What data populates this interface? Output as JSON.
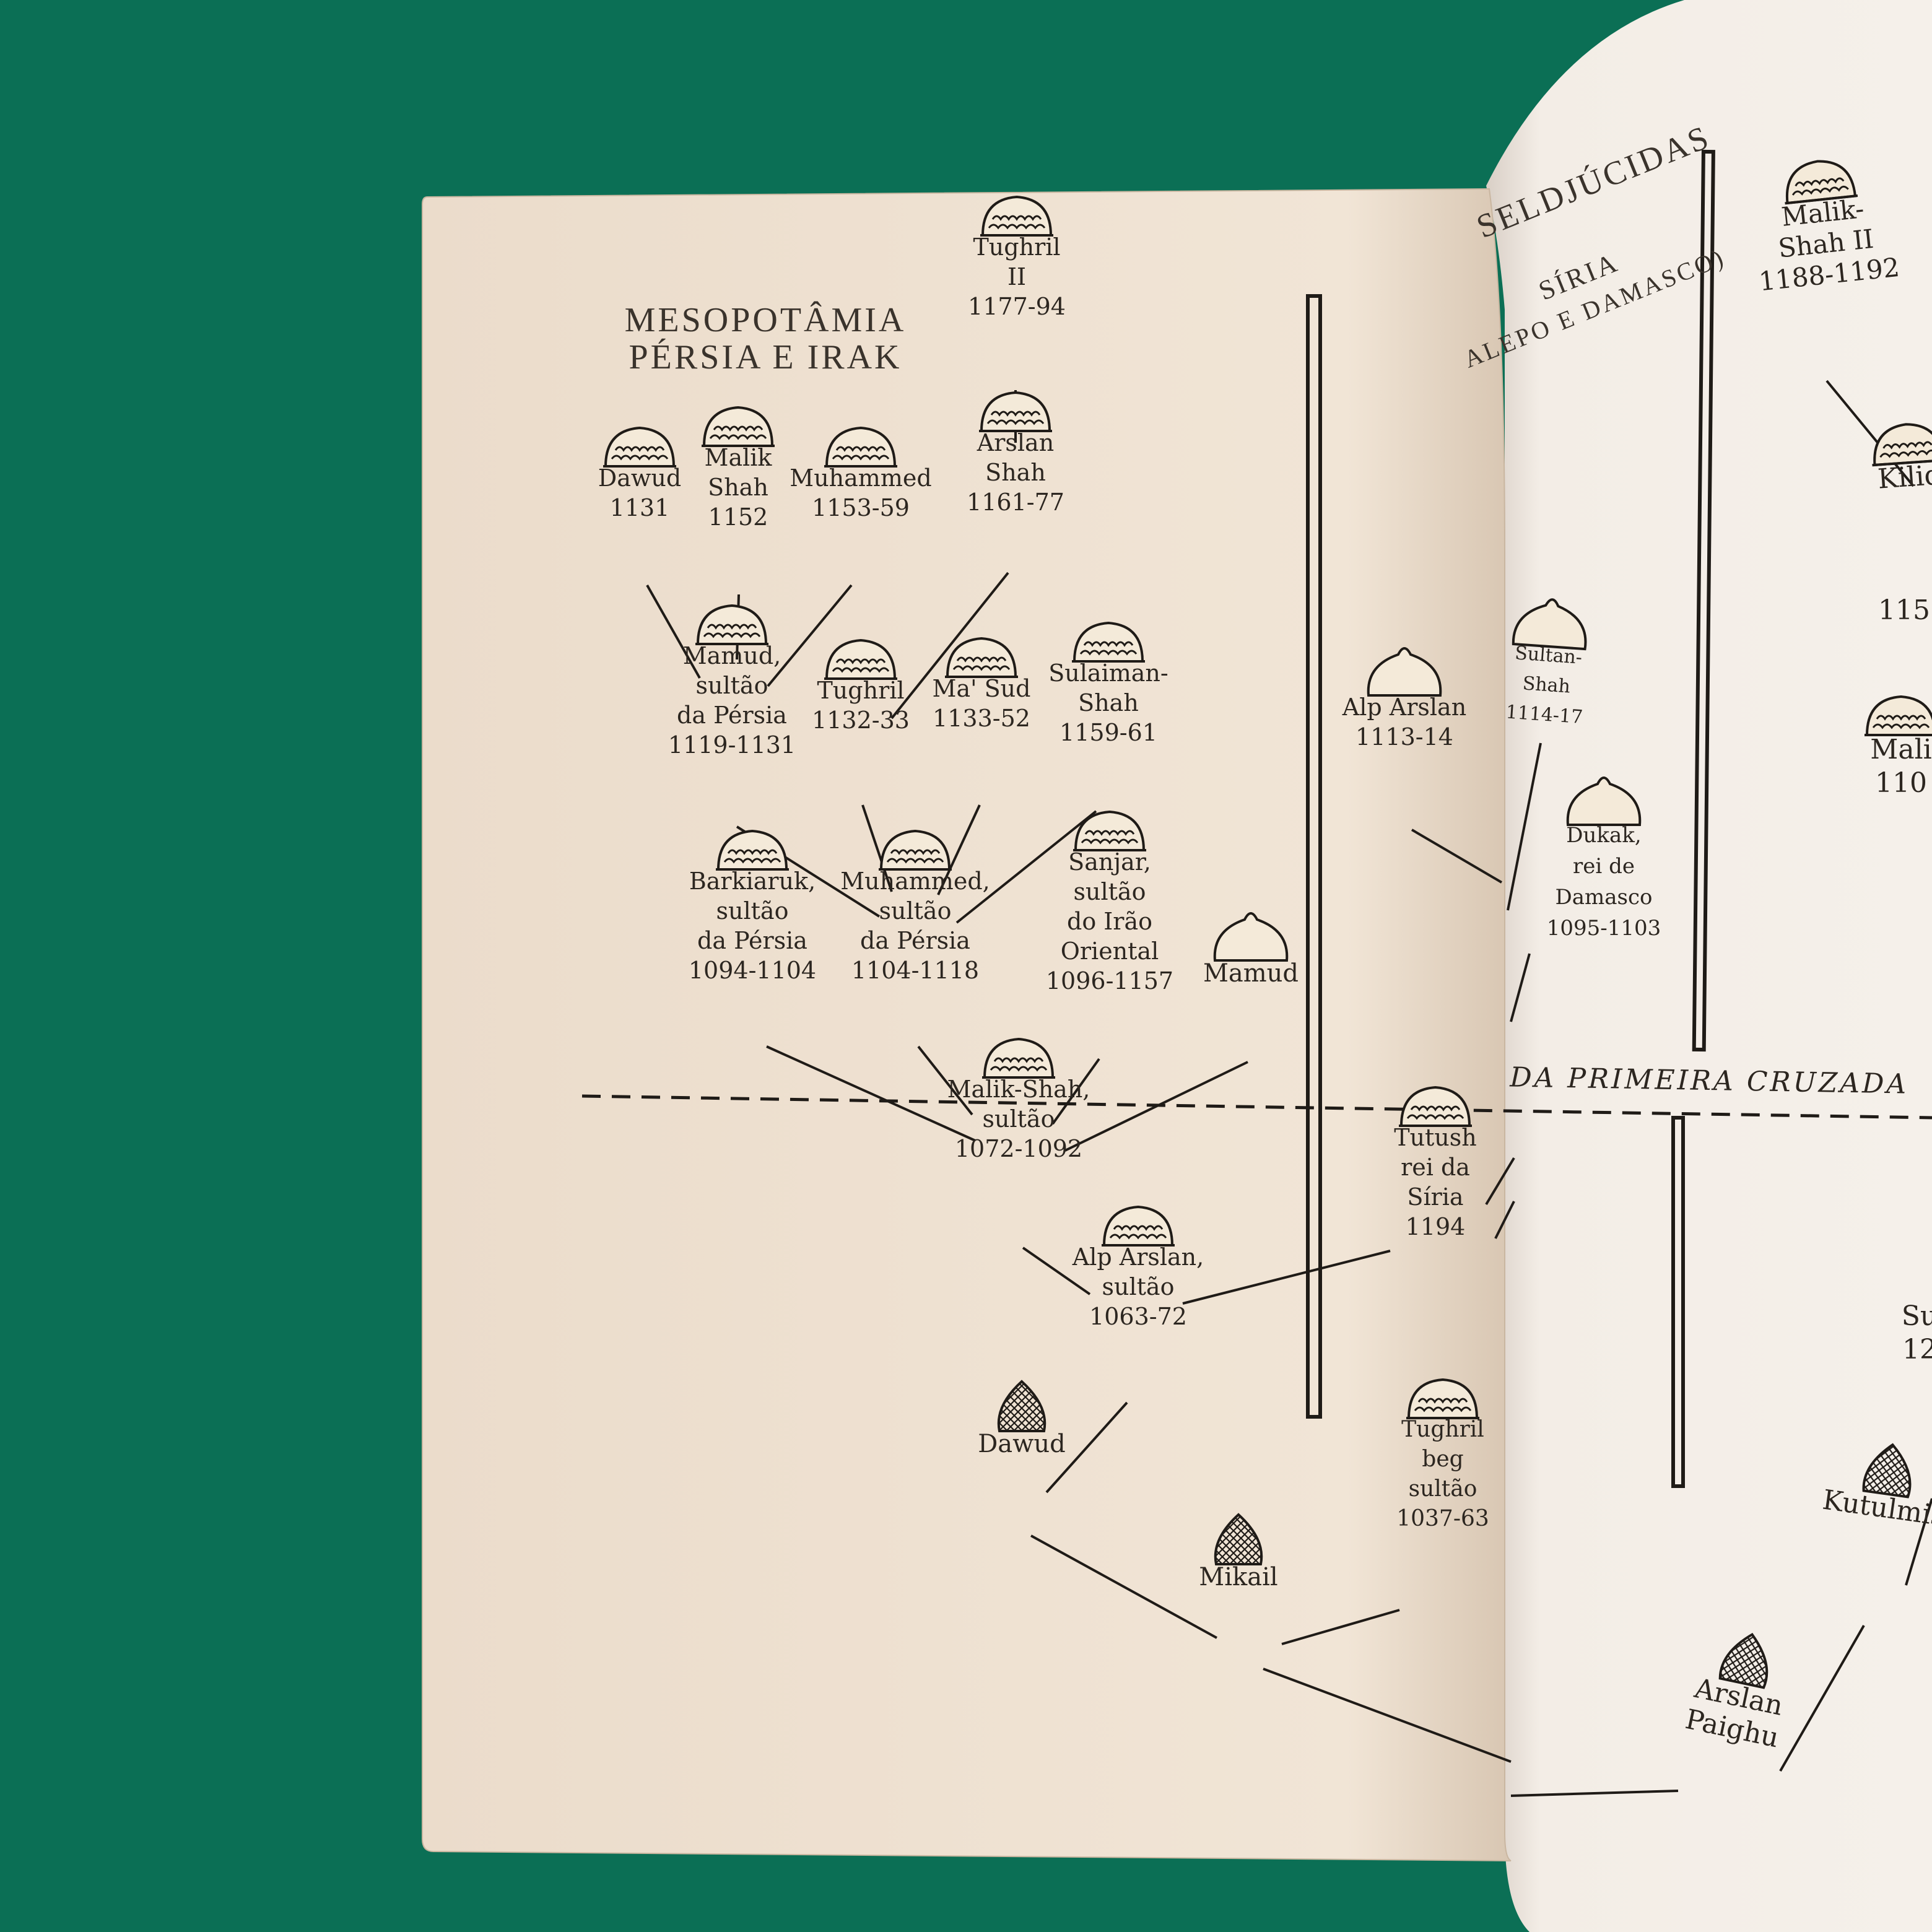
{
  "left_page": {
    "title_lines": [
      "MESOPOTÂMIA",
      "PÉRSIA E IRAK"
    ],
    "nodes": [
      {
        "id": "tughril2",
        "lines": [
          "Tughril",
          "II",
          "1177-94"
        ],
        "icon": "wavy"
      },
      {
        "id": "arslanshah",
        "lines": [
          "Arslan",
          "Shah",
          "1161-77"
        ],
        "icon": "wavy"
      },
      {
        "id": "dawud1131",
        "lines": [
          "Dawud",
          "1131"
        ],
        "icon": "wavy"
      },
      {
        "id": "malikshah1152",
        "lines": [
          "Malik",
          "Shah",
          "1152"
        ],
        "icon": "wavy"
      },
      {
        "id": "muhammed1153",
        "lines": [
          "Muhammed",
          "1153-59"
        ],
        "icon": "wavy"
      },
      {
        "id": "mamud1119",
        "lines": [
          "Mamud,",
          "sultão",
          "da Pérsia",
          "1119-1131"
        ],
        "icon": "wavy"
      },
      {
        "id": "tughril1132",
        "lines": [
          "Tughril",
          "1132-33"
        ],
        "icon": "wavy"
      },
      {
        "id": "masud",
        "lines": [
          "Ma' Sud",
          "1133-52"
        ],
        "icon": "wavy"
      },
      {
        "id": "sulaiman",
        "lines": [
          "Sulaiman-",
          "Shah",
          "1159-61"
        ],
        "icon": "wavy"
      },
      {
        "id": "barkiaruk",
        "lines": [
          "Barkiaruk,",
          "sultão",
          "da Pérsia",
          "1094-1104"
        ],
        "icon": "wavy"
      },
      {
        "id": "muhammed1104",
        "lines": [
          "Muhammed,",
          "sultão",
          "da Pérsia",
          "1104-1118"
        ],
        "icon": "wavy"
      },
      {
        "id": "sanjar",
        "lines": [
          "Sanjar,",
          "sultão",
          "do Irão",
          "Oriental",
          "1096-1157"
        ],
        "icon": "wavy"
      },
      {
        "id": "mamud",
        "lines": [
          "Mamud"
        ],
        "icon": "plain"
      },
      {
        "id": "malikshah1072",
        "lines": [
          "Malik-Shah,",
          "sultão",
          "1072-1092"
        ],
        "icon": "wavy"
      },
      {
        "id": "alparslan1063",
        "lines": [
          "Alp Arslan,",
          "sultão",
          "1063-72"
        ],
        "icon": "wavy"
      },
      {
        "id": "dawud",
        "lines": [
          "Dawud"
        ],
        "icon": "hatched"
      },
      {
        "id": "mikail",
        "lines": [
          "Mikail"
        ],
        "icon": "hatched"
      },
      {
        "id": "tughrilbeg",
        "lines": [
          "Tughril",
          "beg",
          "sultão",
          "1037-63"
        ],
        "icon": "wavy"
      },
      {
        "id": "alparslan1113",
        "lines": [
          "Alp Arslan",
          "1113-14"
        ],
        "icon": "plain"
      },
      {
        "id": "tutush",
        "lines": [
          "Tutush",
          "rei da",
          "Síria",
          "1194"
        ],
        "icon": "wavy"
      }
    ]
  },
  "right_page": {
    "header": "SELDJÚCIDAS",
    "syria_lines": [
      "SÍRIA",
      "ALEPO E DAMASCO)"
    ],
    "crusade_label": "DA PRIMEIRA CRUZADA",
    "nodes": [
      {
        "id": "sultanshah",
        "lines": [
          "Sultan-",
          "Shah",
          "1114-17"
        ],
        "icon": "plain"
      },
      {
        "id": "dukak",
        "lines": [
          "Dukak,",
          "rei de",
          "Damasco",
          "1095-1103"
        ],
        "icon": "plain"
      },
      {
        "id": "malikshah2",
        "lines": [
          "Malik-",
          "Shah II",
          "1188-1192"
        ],
        "icon": "wavy"
      },
      {
        "id": "kilidj",
        "lines": [
          "Kilid"
        ],
        "icon": "wavy"
      },
      {
        "id": "kilidj_year",
        "lines": [
          "115"
        ],
        "icon": "none"
      },
      {
        "id": "mali",
        "lines": [
          "Mali",
          "110"
        ],
        "icon": "wavy"
      },
      {
        "id": "su",
        "lines": [
          "Su",
          "12"
        ],
        "icon": "none"
      },
      {
        "id": "kutulmis",
        "lines": [
          "Kutulmis"
        ],
        "icon": "hatched"
      },
      {
        "id": "arslanpaighu",
        "lines": [
          "Arslan",
          "Paighu"
        ],
        "icon": "hatched"
      }
    ]
  }
}
